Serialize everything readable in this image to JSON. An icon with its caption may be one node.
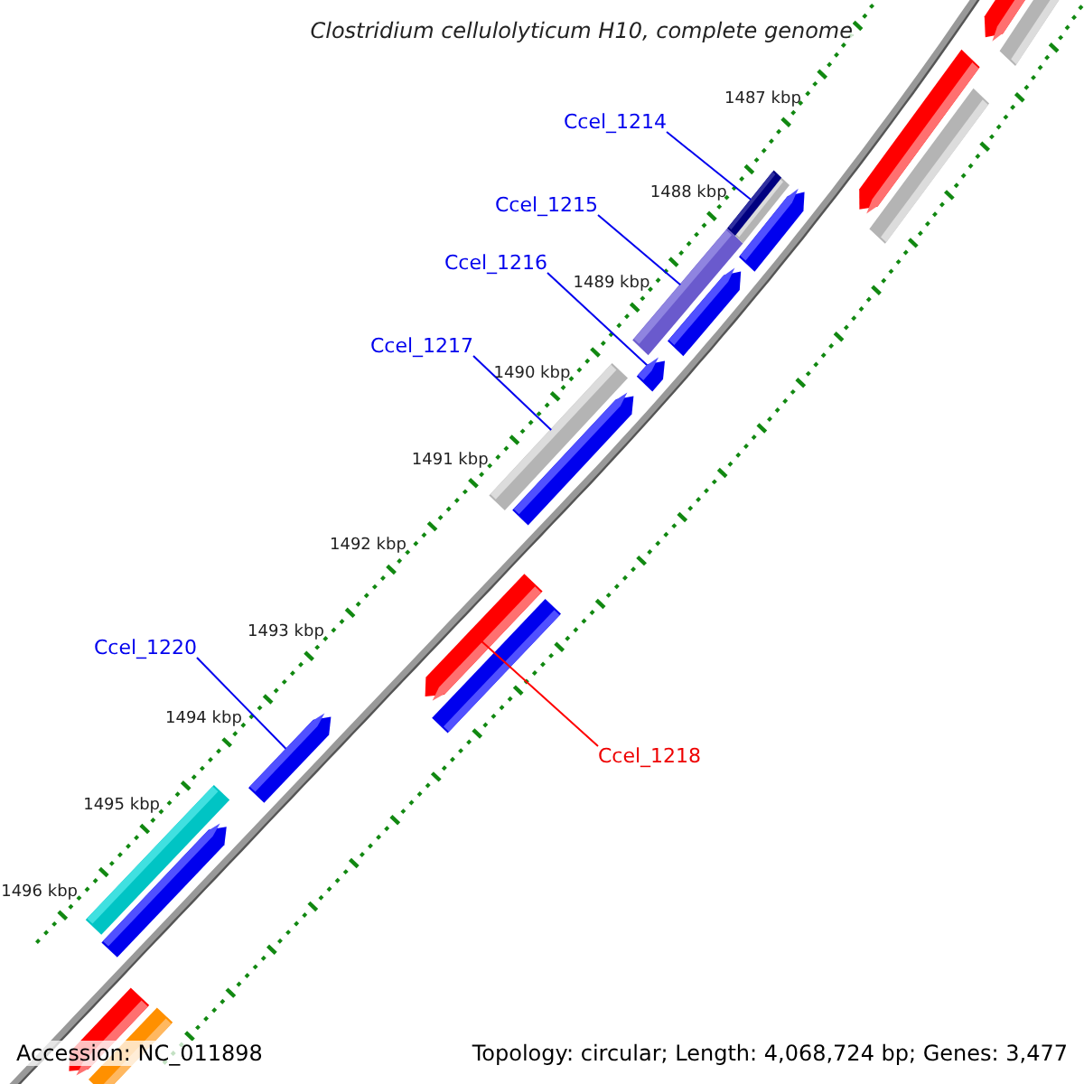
{
  "diagram": {
    "title": "Clostridium cellulolyticum H10, complete genome",
    "nodes": [
      {
        "text": [
          "Ccel_1214"
        ]
      },
      {
        "text": [],
        "shape": "bar"
      },
      {
        "text": [
          "Ccel_1215"
        ]
      },
      {
        "text": [],
        "shape": "bar"
      },
      {
        "text": [
          "Ccel_1216"
        ]
      },
      {
        "text": [],
        "shape": "arrow"
      },
      {
        "text": [
          "Ccel_1217"
        ]
      },
      {
        "text": [],
        "shape": "bar"
      },
      {
        "text": [
          "Ccel_1220"
        ]
      },
      {
        "text": [],
        "shape": "arrow"
      },
      {
        "text": [
          "Ccel_1218"
        ]
      },
      {
        "text": [],
        "shape": "arrow"
      }
    ],
    "edges": [
      {
        "from": 0,
        "to": 1,
        "arrow": "none"
      },
      {
        "from": 2,
        "to": 3,
        "arrow": "none"
      },
      {
        "from": 4,
        "to": 5,
        "arrow": "none"
      },
      {
        "from": 6,
        "to": 7,
        "arrow": "none"
      },
      {
        "from": 8,
        "to": 9,
        "arrow": "none"
      },
      {
        "from": 10,
        "to": 11,
        "arrow": "none",
        "color": "#ff0000"
      }
    ],
    "labels": [
      "1487 kbp",
      "1488 kbp",
      "1489 kbp",
      "1490 kbp",
      "1491 kbp",
      "1492 kbp",
      "1493 kbp",
      "1494 kbp",
      "1495 kbp",
      "1496 kbp",
      "Accession: NC_011898",
      "Topology: circular; Length: 4,068,724 bp; Genes: 3,477"
    ]
  }
}
